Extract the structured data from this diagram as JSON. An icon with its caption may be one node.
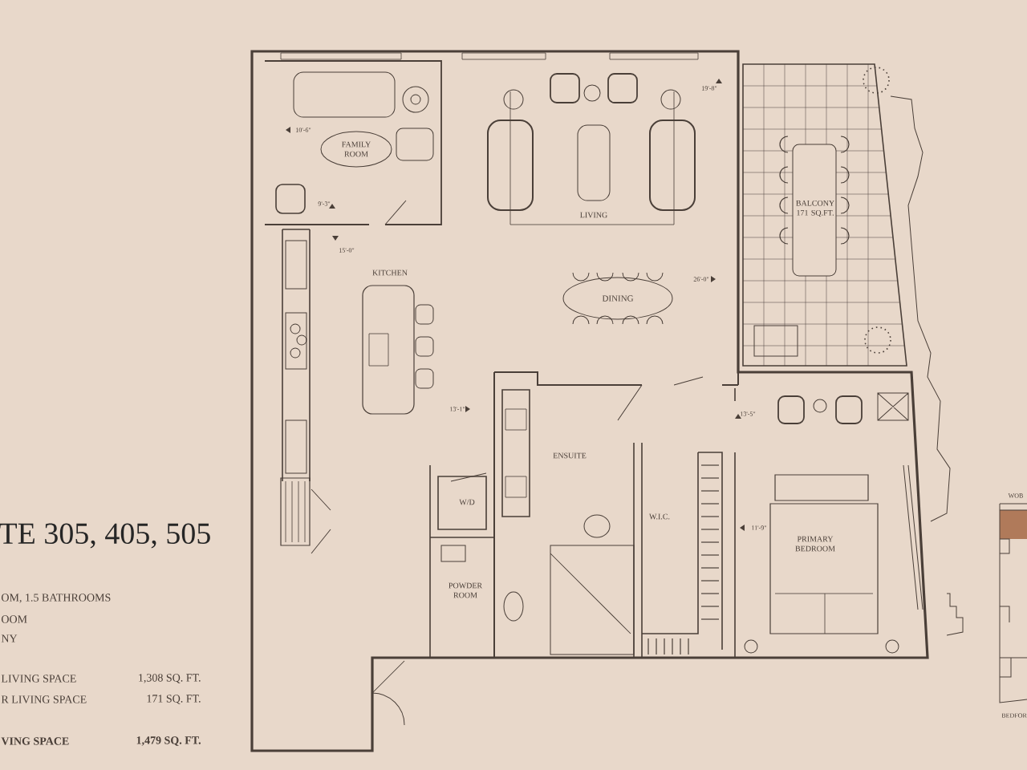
{
  "diagram": {
    "title": "TE 305, 405, 505",
    "labels": [
      "OM, 1.5 BATHROOMS",
      "OOM",
      "NY",
      "LIVING SPACE",
      "1,308  SQ. FT.",
      "R LIVING SPACE",
      "171  SQ. FT.",
      "VING SPACE",
      "1,479  SQ. FT.",
      "10'-6\"",
      "FAMILY ROOM",
      "9'-3\"",
      "15'-0\"",
      "LIVING",
      "19'-8\"",
      "BALCONY 171 SQ.FT.",
      "KITCHEN",
      "DINING",
      "26'-0\"",
      "13'-1\"",
      "13'-5\"",
      "ENSUITE",
      "W/D",
      "W.I.C.",
      "11'-9\"",
      "PRIMARY BEDROOM",
      "POWDER ROOM",
      "WOB",
      "BEDFOR"
    ]
  }
}
